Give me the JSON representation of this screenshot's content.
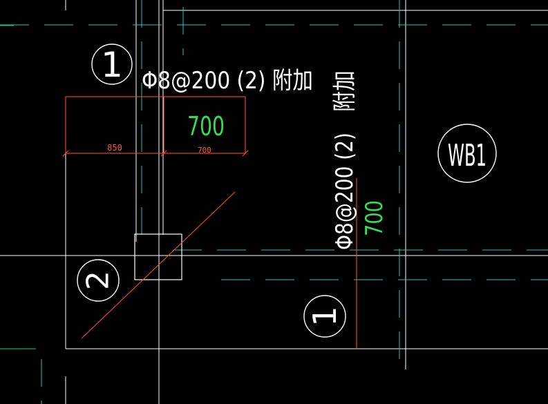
{
  "colors": {
    "background": "#000000",
    "white_line": "#ffffff",
    "cyan_line": "#22c6c6",
    "green_line": "#22cc55",
    "red_line": "#ff4a2a",
    "white_text": "#ffffff",
    "green_text": "#33dd55",
    "red_text": "#ff5a3a"
  },
  "annotations": {
    "rebar_top": "Φ8@200 (2) 附加",
    "rebar_side_spec": "Φ8@200 (2)",
    "rebar_side_suffix": "附加",
    "slab_mark": "WB1",
    "bubble_1_top": "1",
    "bubble_2": "2",
    "bubble_1_bottom": "1"
  },
  "dimensions": {
    "length_top": "700",
    "length_side": "700",
    "dim_left": "850",
    "dim_right": "700"
  }
}
